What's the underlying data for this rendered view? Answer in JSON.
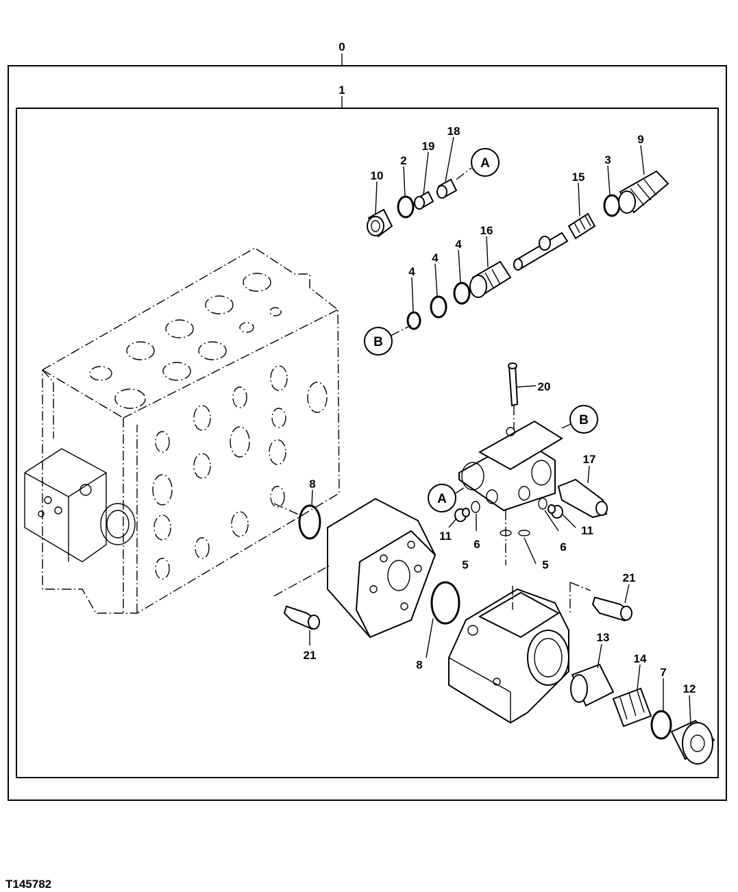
{
  "figure_id": "T145782",
  "labels": {
    "assembly_outer": "0",
    "assembly_inner": "1",
    "p2": "2",
    "p3": "3",
    "p4a": "4",
    "p4b": "4",
    "p4c": "4",
    "p5a": "5",
    "p5b": "5",
    "p6a": "6",
    "p6b": "6",
    "p7": "7",
    "p8a": "8",
    "p8b": "8",
    "p9": "9",
    "p10": "10",
    "p11a": "11",
    "p11b": "11",
    "p12": "12",
    "p13": "13",
    "p14": "14",
    "p15": "15",
    "p16": "16",
    "p17": "17",
    "p18": "18",
    "p19": "19",
    "p20": "20",
    "p21a": "21",
    "p21b": "21"
  },
  "callouts": {
    "a_top": "A",
    "a_mid": "A",
    "b_mid": "B",
    "b_right": "B"
  }
}
